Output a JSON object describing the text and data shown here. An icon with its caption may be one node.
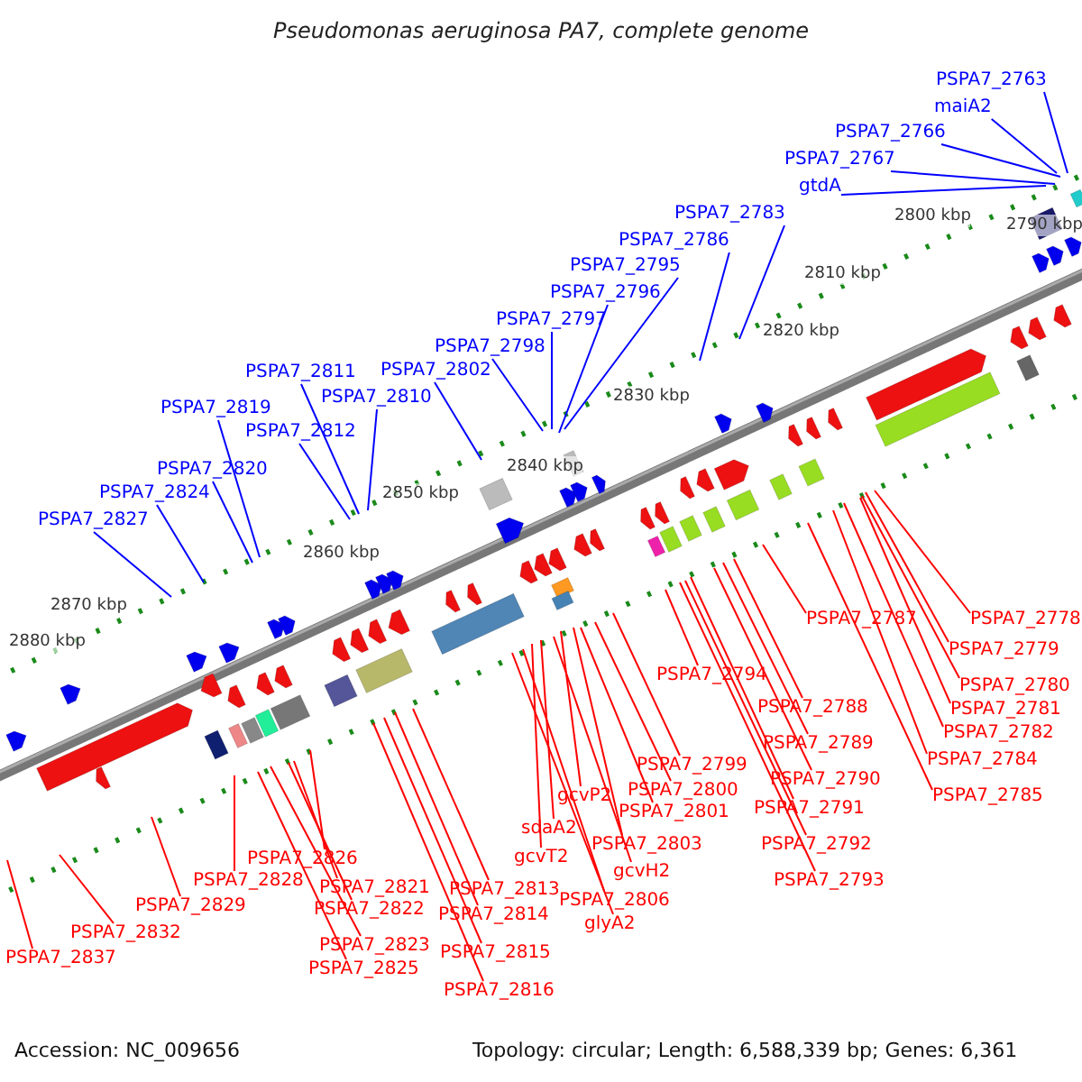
{
  "diagram": {
    "title": "Pseudomonas aeruginosa PA7, complete genome",
    "nodes": [
      {
        "text": [
          "PSPA7_2763"
        ]
      },
      {
        "text": [
          "maiA2"
        ]
      },
      {
        "text": [
          "PSPA7_2766"
        ]
      },
      {
        "text": [
          "PSPA7_2767"
        ]
      },
      {
        "text": [
          "gtdA"
        ]
      },
      {
        "text": [
          "PSPA7_2783"
        ]
      },
      {
        "text": [
          "PSPA7_2786"
        ]
      },
      {
        "text": [
          "PSPA7_2795"
        ]
      },
      {
        "text": [
          "PSPA7_2796"
        ]
      },
      {
        "text": [
          "PSPA7_2797"
        ]
      },
      {
        "text": [
          "PSPA7_2798"
        ]
      },
      {
        "text": [
          "PSPA7_2802"
        ]
      },
      {
        "text": [
          "PSPA7_2811"
        ]
      },
      {
        "text": [
          "PSPA7_2810"
        ]
      },
      {
        "text": [
          "PSPA7_2812"
        ]
      },
      {
        "text": [
          "PSPA7_2819"
        ]
      },
      {
        "text": [
          "PSPA7_2820"
        ]
      },
      {
        "text": [
          "PSPA7_2824"
        ]
      },
      {
        "text": [
          "PSPA7_2827"
        ]
      },
      {
        "text": [
          "PSPA7_2778"
        ]
      },
      {
        "text": [
          "PSPA7_2787"
        ]
      },
      {
        "text": [
          "PSPA7_2779"
        ]
      },
      {
        "text": [
          "PSPA7_2794"
        ]
      },
      {
        "text": [
          "PSPA7_2780"
        ]
      },
      {
        "text": [
          "PSPA7_2788"
        ]
      },
      {
        "text": [
          "PSPA7_2781"
        ]
      },
      {
        "text": [
          "PSPA7_2782"
        ]
      },
      {
        "text": [
          "PSPA7_2789"
        ]
      },
      {
        "text": [
          "PSPA7_2784"
        ]
      },
      {
        "text": [
          "PSPA7_2799"
        ]
      },
      {
        "text": [
          "PSPA7_2790"
        ]
      },
      {
        "text": [
          "PSPA7_2800"
        ]
      },
      {
        "text": [
          "gcvP2"
        ]
      },
      {
        "text": [
          "PSPA7_2785"
        ]
      },
      {
        "text": [
          "PSPA7_2791"
        ]
      },
      {
        "text": [
          "PSPA7_2801"
        ]
      },
      {
        "text": [
          "sdaA2"
        ]
      },
      {
        "text": [
          "PSPA7_2803"
        ]
      },
      {
        "text": [
          "PSPA7_2792"
        ]
      },
      {
        "text": [
          "gcvT2"
        ]
      },
      {
        "text": [
          "PSPA7_2826"
        ]
      },
      {
        "text": [
          "gcvH2"
        ]
      },
      {
        "text": [
          "PSPA7_2828"
        ]
      },
      {
        "text": [
          "PSPA7_2793"
        ]
      },
      {
        "text": [
          "PSPA7_2813"
        ]
      },
      {
        "text": [
          "PSPA7_2821"
        ]
      },
      {
        "text": [
          "PSPA7_2806"
        ]
      },
      {
        "text": [
          "PSPA7_2829"
        ]
      },
      {
        "text": [
          "PSPA7_2822"
        ]
      },
      {
        "text": [
          "PSPA7_2814"
        ]
      },
      {
        "text": [
          "glyA2"
        ]
      },
      {
        "text": [
          "PSPA7_2832"
        ]
      },
      {
        "text": [
          "PSPA7_2823"
        ]
      },
      {
        "text": [
          "PSPA7_2815"
        ]
      },
      {
        "text": [
          "PSPA7_2837"
        ]
      },
      {
        "text": [
          "PSPA7_2825"
        ]
      },
      {
        "text": [
          "PSPA7_2816"
        ]
      }
    ],
    "edges": [
      {
        "from": 0,
        "to": null,
        "arrow": "none",
        "color": "#0000ff"
      },
      {
        "from": 1,
        "to": null,
        "arrow": "none",
        "color": "#0000ff"
      },
      {
        "from": 2,
        "to": null,
        "arrow": "none",
        "color": "#0000ff"
      },
      {
        "from": 3,
        "to": null,
        "arrow": "none",
        "color": "#0000ff"
      },
      {
        "from": 4,
        "to": null,
        "arrow": "none",
        "color": "#0000ff"
      },
      {
        "from": 5,
        "to": null,
        "arrow": "none",
        "color": "#0000ff"
      },
      {
        "from": 6,
        "to": null,
        "arrow": "none",
        "color": "#0000ff"
      },
      {
        "from": 7,
        "to": null,
        "arrow": "none",
        "color": "#0000ff"
      },
      {
        "from": 8,
        "to": null,
        "arrow": "none",
        "color": "#0000ff"
      },
      {
        "from": 9,
        "to": null,
        "arrow": "none",
        "color": "#0000ff"
      },
      {
        "from": 10,
        "to": null,
        "arrow": "none",
        "color": "#0000ff"
      },
      {
        "from": 11,
        "to": null,
        "arrow": "none",
        "color": "#0000ff"
      },
      {
        "from": 12,
        "to": null,
        "arrow": "none",
        "color": "#0000ff"
      },
      {
        "from": 13,
        "to": null,
        "arrow": "none",
        "color": "#0000ff"
      },
      {
        "from": 14,
        "to": null,
        "arrow": "none",
        "color": "#0000ff"
      },
      {
        "from": 15,
        "to": null,
        "arrow": "none",
        "color": "#0000ff"
      },
      {
        "from": 16,
        "to": null,
        "arrow": "none",
        "color": "#0000ff"
      },
      {
        "from": 17,
        "to": null,
        "arrow": "none",
        "color": "#0000ff"
      },
      {
        "from": 18,
        "to": null,
        "arrow": "none",
        "color": "#0000ff"
      },
      {
        "from": 19,
        "to": null,
        "arrow": "none"
      },
      {
        "from": 20,
        "to": null,
        "arrow": "none"
      },
      {
        "from": 21,
        "to": null,
        "arrow": "none"
      },
      {
        "from": 22,
        "to": null,
        "arrow": "none"
      },
      {
        "from": 23,
        "to": null,
        "arrow": "none"
      },
      {
        "from": 24,
        "to": null,
        "arrow": "none"
      },
      {
        "from": 25,
        "to": null,
        "arrow": "none"
      },
      {
        "from": 26,
        "to": null,
        "arrow": "none"
      },
      {
        "from": 27,
        "to": null,
        "arrow": "none"
      },
      {
        "from": 28,
        "to": null,
        "arrow": "none"
      },
      {
        "from": 29,
        "to": null,
        "arrow": "none"
      },
      {
        "from": 30,
        "to": null,
        "arrow": "none"
      },
      {
        "from": 31,
        "to": null,
        "arrow": "none"
      },
      {
        "from": 32,
        "to": null,
        "arrow": "none"
      },
      {
        "from": 33,
        "to": null,
        "arrow": "none"
      },
      {
        "from": 34,
        "to": null,
        "arrow": "none"
      },
      {
        "from": 35,
        "to": null,
        "arrow": "none"
      },
      {
        "from": 36,
        "to": null,
        "arrow": "none"
      },
      {
        "from": 37,
        "to": null,
        "arrow": "none"
      },
      {
        "from": 38,
        "to": null,
        "arrow": "none"
      },
      {
        "from": 39,
        "to": null,
        "arrow": "none"
      },
      {
        "from": 40,
        "to": null,
        "arrow": "none"
      },
      {
        "from": 41,
        "to": null,
        "arrow": "none"
      },
      {
        "from": 42,
        "to": null,
        "arrow": "none"
      },
      {
        "from": 43,
        "to": null,
        "arrow": "none"
      },
      {
        "from": 44,
        "to": null,
        "arrow": "none"
      },
      {
        "from": 45,
        "to": null,
        "arrow": "none"
      },
      {
        "from": 46,
        "to": null,
        "arrow": "none"
      },
      {
        "from": 47,
        "to": null,
        "arrow": "none"
      },
      {
        "from": 48,
        "to": null,
        "arrow": "none"
      },
      {
        "from": 49,
        "to": null,
        "arrow": "none"
      },
      {
        "from": 50,
        "to": null,
        "arrow": "none"
      },
      {
        "from": 51,
        "to": null,
        "arrow": "none"
      },
      {
        "from": 52,
        "to": null,
        "arrow": "none"
      },
      {
        "from": 53,
        "to": null,
        "arrow": "none"
      },
      {
        "from": 54,
        "to": null,
        "arrow": "none"
      },
      {
        "from": 55,
        "to": null,
        "arrow": "none"
      },
      {
        "from": 56,
        "to": null,
        "arrow": "none"
      }
    ],
    "labels": [
      "2790 kbp",
      "2800 kbp",
      "2810 kbp",
      "2820 kbp",
      "2830 kbp",
      "2840 kbp",
      "2850 kbp",
      "2860 kbp",
      "2870 kbp",
      "2880 kbp",
      "Accession: NC_009656",
      "Topology: circular; Length: 6,588,339 bp; Genes: 6,361"
    ]
  }
}
